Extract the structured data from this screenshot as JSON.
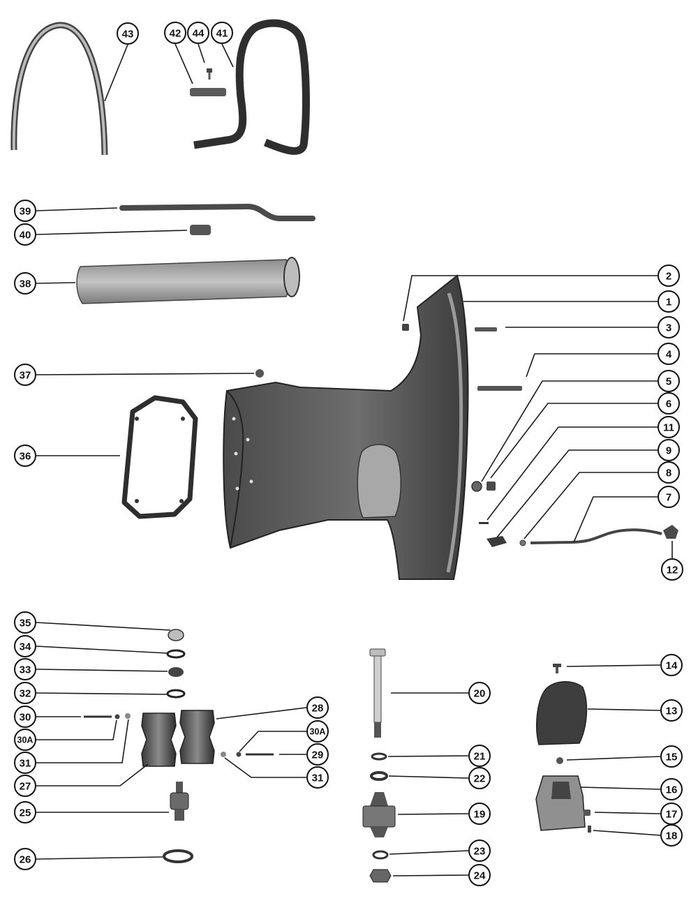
{
  "callouts": [
    {
      "label": "43"
    },
    {
      "label": "42"
    },
    {
      "label": "44"
    },
    {
      "label": "41"
    },
    {
      "label": "39"
    },
    {
      "label": "40"
    },
    {
      "label": "38"
    },
    {
      "label": "2"
    },
    {
      "label": "1"
    },
    {
      "label": "3"
    },
    {
      "label": "4"
    },
    {
      "label": "37"
    },
    {
      "label": "5"
    },
    {
      "label": "6"
    },
    {
      "label": "36"
    },
    {
      "label": "11"
    },
    {
      "label": "9"
    },
    {
      "label": "8"
    },
    {
      "label": "7"
    },
    {
      "label": "12"
    },
    {
      "label": "35"
    },
    {
      "label": "34"
    },
    {
      "label": "33"
    },
    {
      "label": "32"
    },
    {
      "label": "30"
    },
    {
      "label": "30A"
    },
    {
      "label": "31"
    },
    {
      "label": "27"
    },
    {
      "label": "25"
    },
    {
      "label": "26"
    },
    {
      "label": "28"
    },
    {
      "label": "30A"
    },
    {
      "label": "29"
    },
    {
      "label": "31"
    },
    {
      "label": "20"
    },
    {
      "label": "21"
    },
    {
      "label": "22"
    },
    {
      "label": "19"
    },
    {
      "label": "23"
    },
    {
      "label": "24"
    },
    {
      "label": "14"
    },
    {
      "label": "13"
    },
    {
      "label": "15"
    },
    {
      "label": "16"
    },
    {
      "label": "17"
    },
    {
      "label": "18"
    }
  ],
  "colors": {
    "line": "#1a1a1a",
    "part_dark": "#3a3a3a",
    "part_mid": "#7a7a7a",
    "part_light": "#bdbdbd",
    "paper": "#ffffff"
  }
}
